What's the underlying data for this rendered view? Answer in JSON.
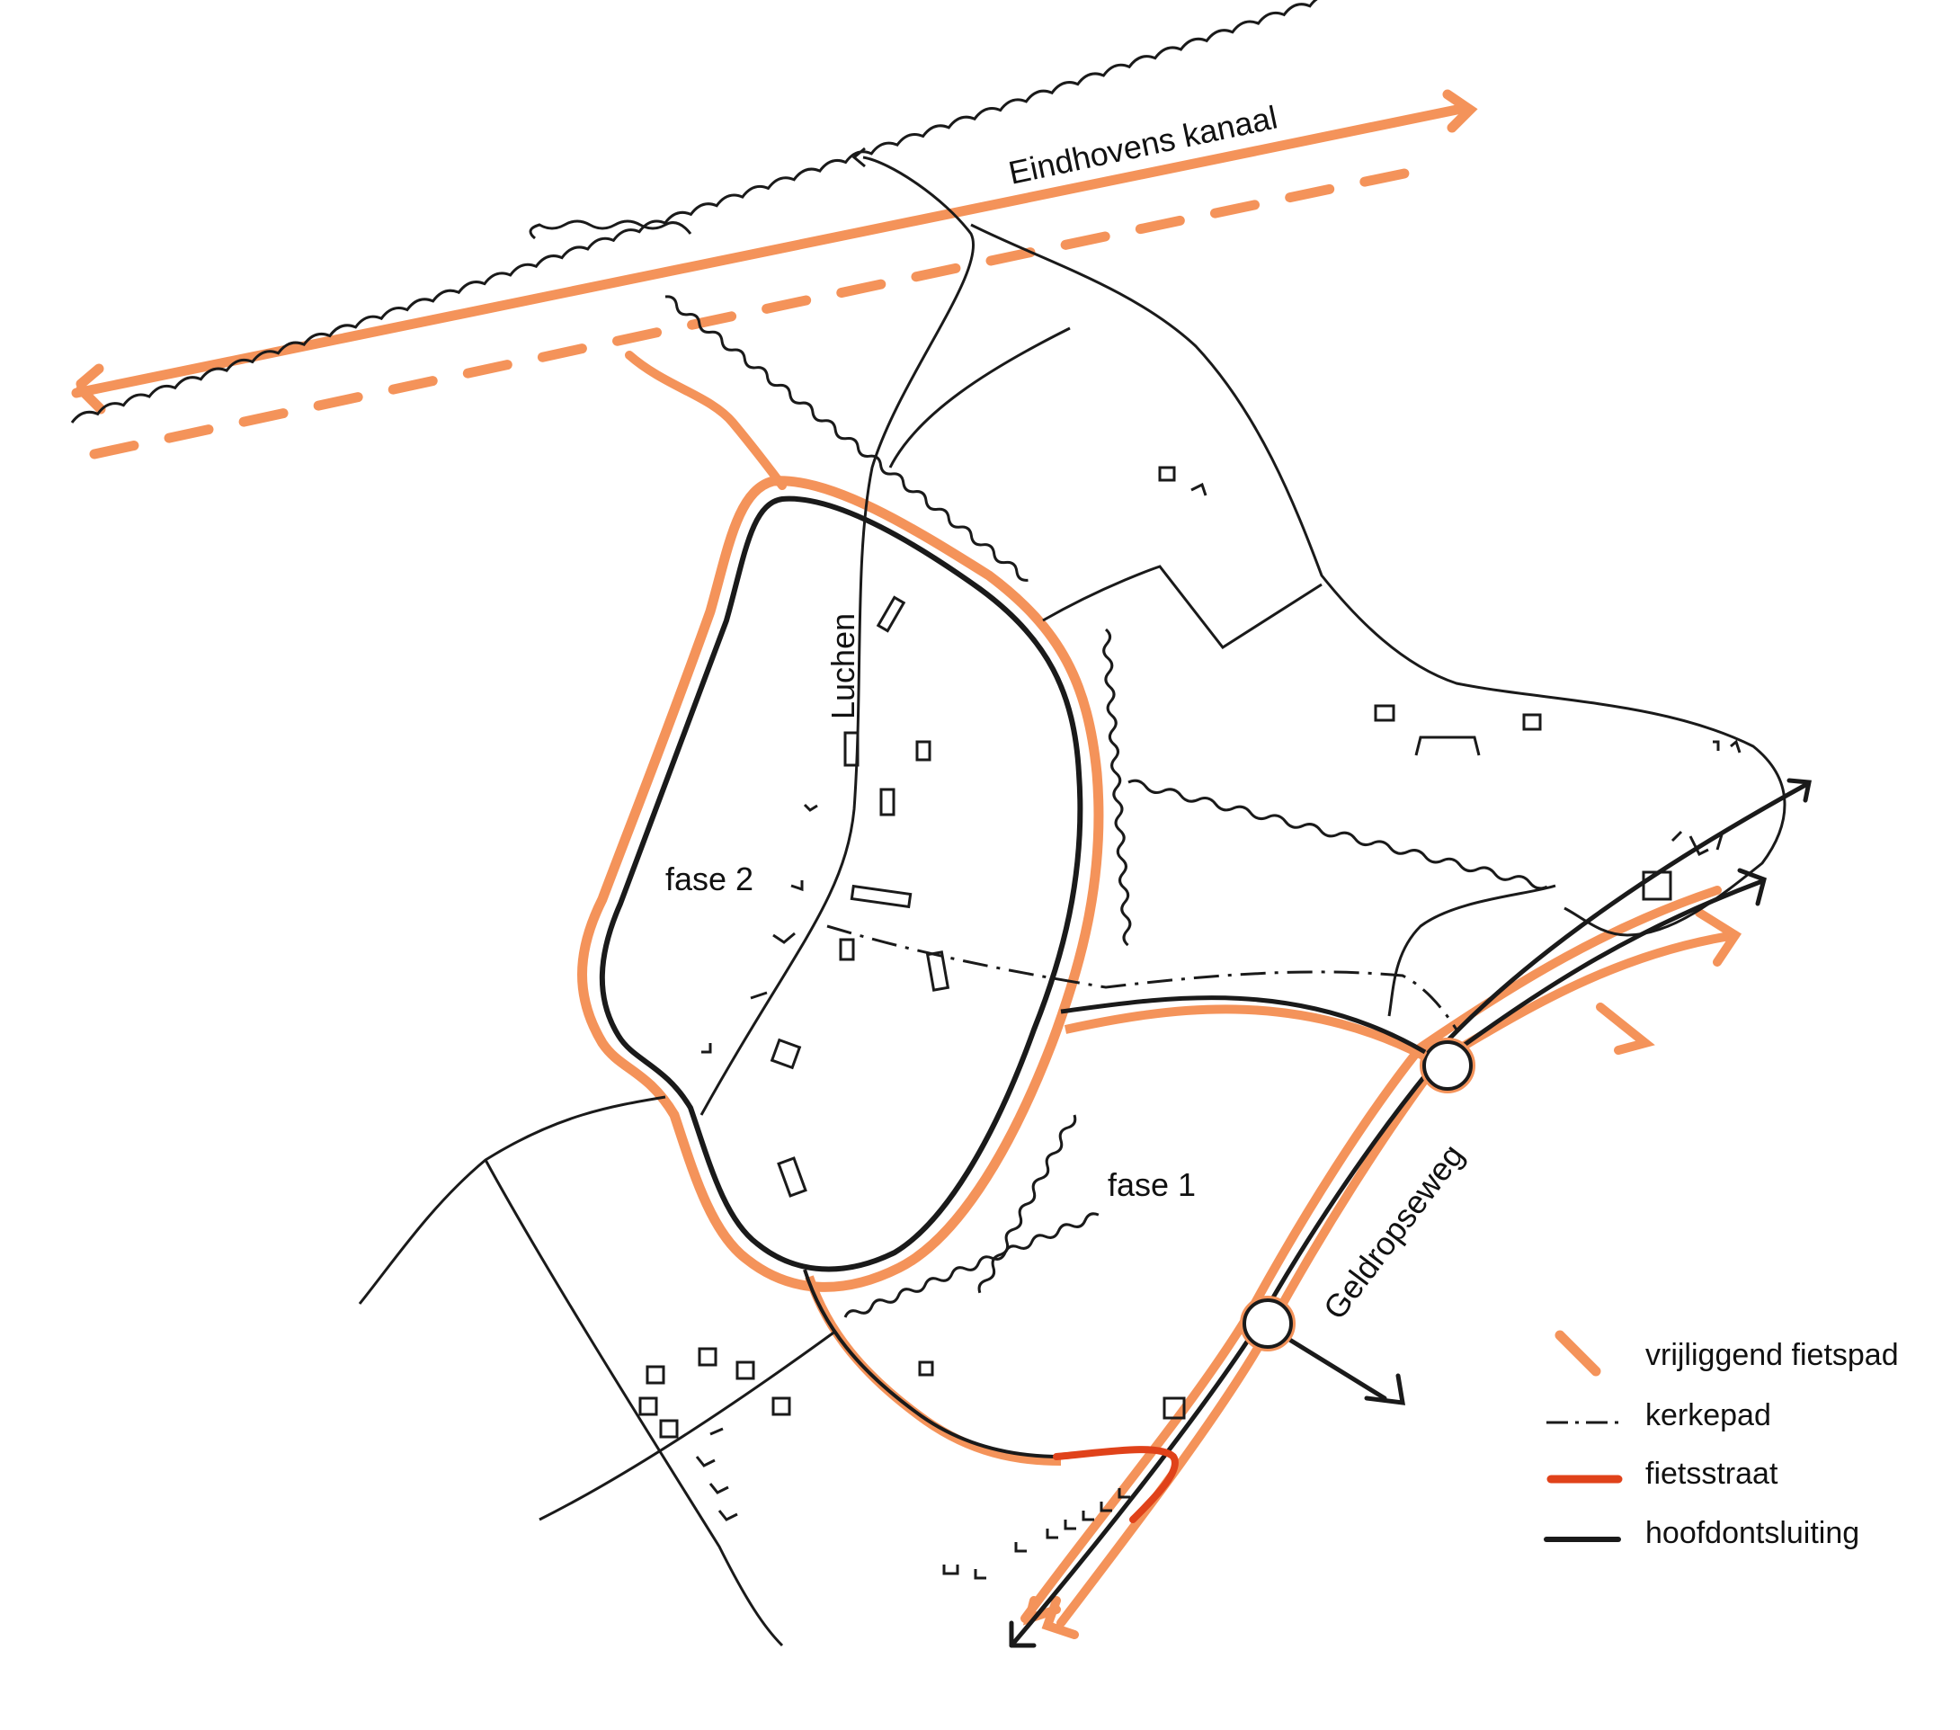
{
  "labels": {
    "canal": "Eindhovens kanaal",
    "street_luchen": "Luchen",
    "street_geldropseweg": "Geldropseweg",
    "phase_1": "fase 1",
    "phase_2": "fase 2"
  },
  "legend": {
    "items": [
      {
        "label": "vrijliggend fietspad",
        "symbol": "orange-diagonal-stroke"
      },
      {
        "label": "kerkepad",
        "symbol": "dash-dot-line"
      },
      {
        "label": "fietsstraat",
        "symbol": "red-line"
      },
      {
        "label": "hoofdontsluiting",
        "symbol": "black-line"
      }
    ]
  },
  "colors": {
    "cycle_path": "#f4935a",
    "cycle_street": "#e0421a",
    "main_road": "#1a1a1a",
    "kerkepad": "#1a1a1a"
  }
}
